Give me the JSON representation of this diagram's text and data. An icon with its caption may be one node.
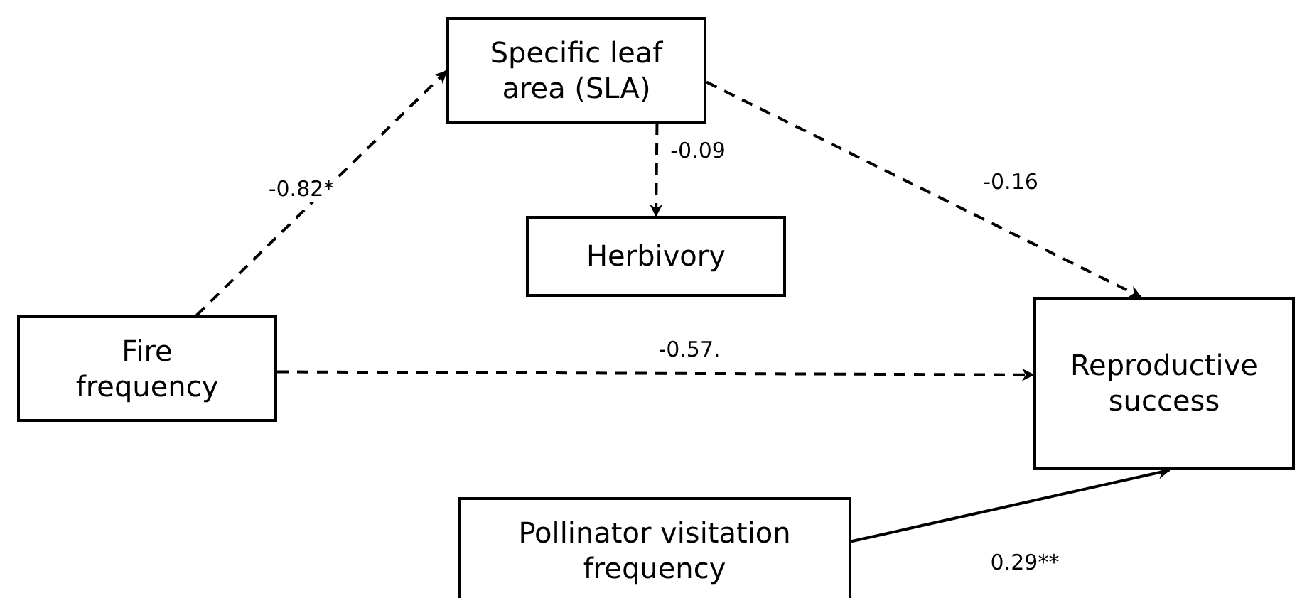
{
  "diagram": {
    "nodes": [
      {
        "text": [
          "Specific leaf area (SLA)"
        ]
      },
      {
        "text": [
          "Herbivory"
        ]
      },
      {
        "text": [
          "Fire frequency"
        ]
      },
      {
        "text": [
          "Reproductive success"
        ]
      },
      {
        "text": [
          "Pollinator visitation frequency"
        ]
      }
    ],
    "edges": [
      {
        "from": 2,
        "to": 0,
        "arrow": "to",
        "label": "-0.82*",
        "style": "dashed"
      },
      {
        "from": 0,
        "to": 1,
        "arrow": "to",
        "label": "-0.09",
        "style": "dashed"
      },
      {
        "from": 0,
        "to": 3,
        "arrow": "to",
        "label": "-0.16",
        "style": "dashed"
      },
      {
        "from": 2,
        "to": 3,
        "arrow": "to",
        "label": "-0.57.",
        "style": "dashed"
      },
      {
        "from": 4,
        "to": 3,
        "arrow": "to",
        "label": "0.29**"
      }
    ]
  }
}
